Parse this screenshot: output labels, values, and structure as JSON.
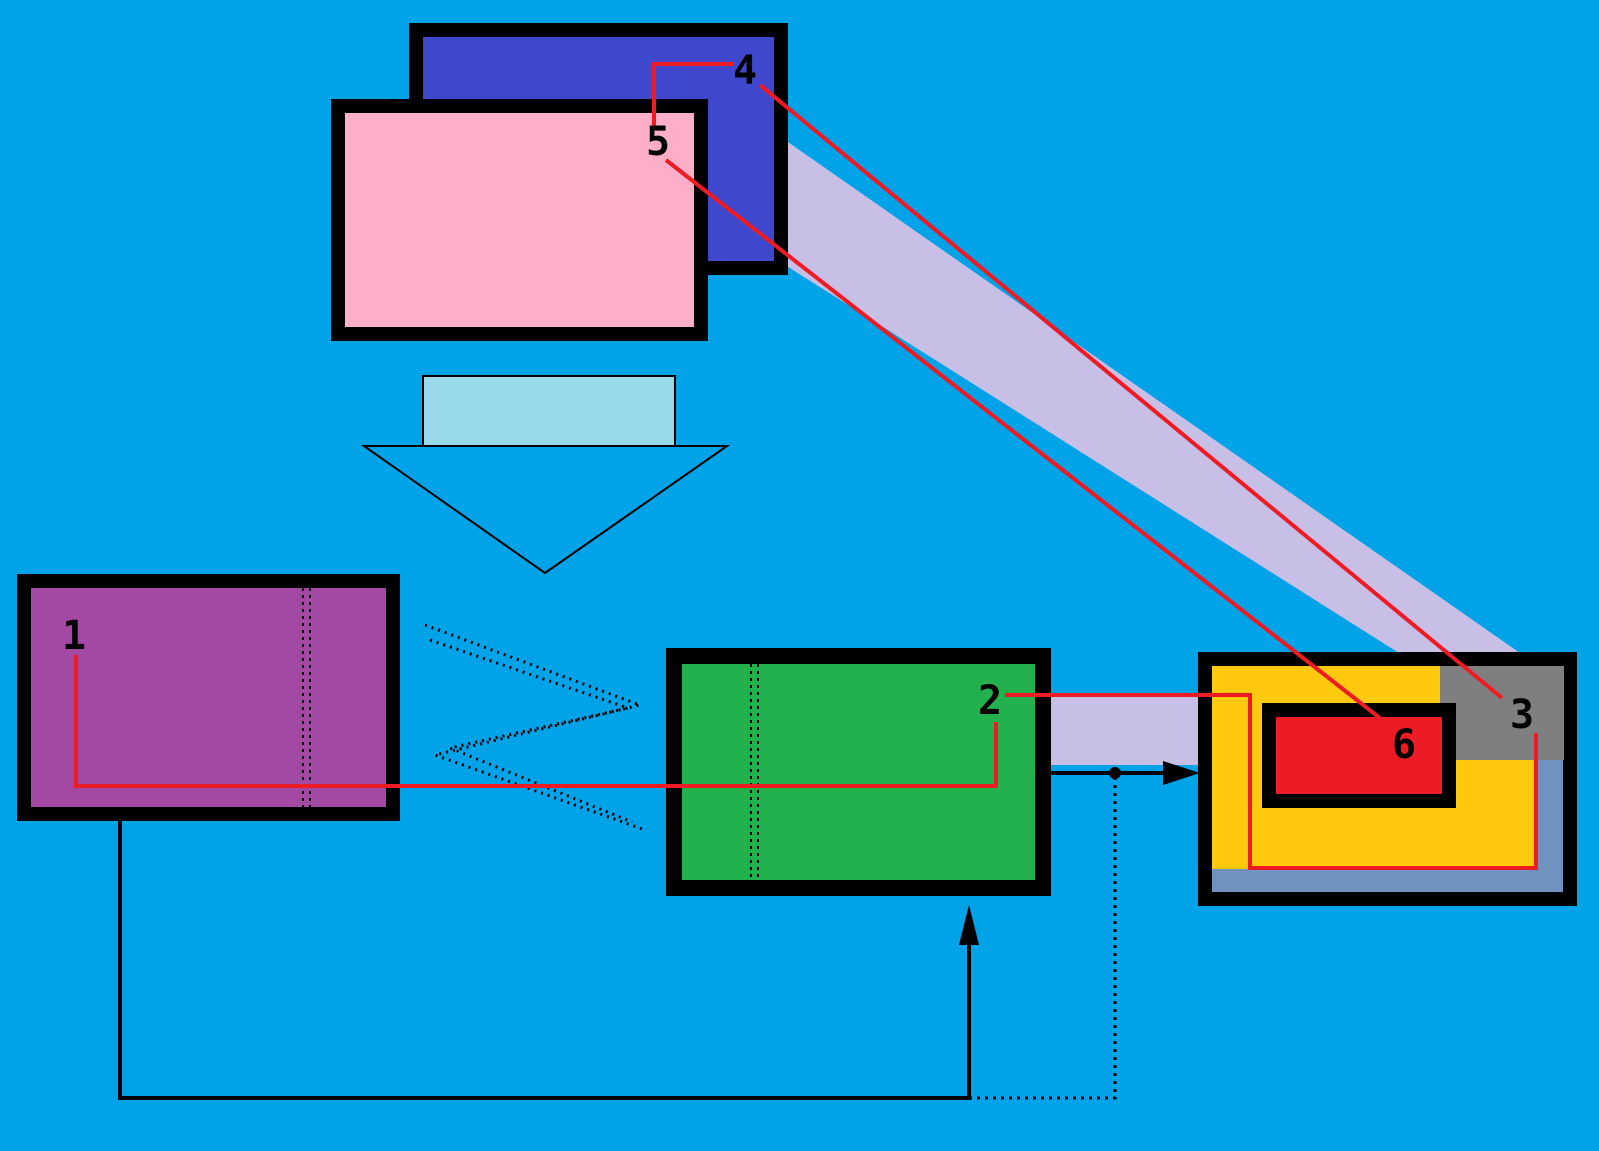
{
  "labels": {
    "n1": "1",
    "n2": "2",
    "n3": "3",
    "n4": "4",
    "n5": "5",
    "n6": "6"
  },
  "colors": {
    "background": "#00a2e8",
    "back_panel": "#3f48cc",
    "front_panel": "#ffaec9",
    "lens": "#99d9ea",
    "left_box": "#a349a4",
    "center_box": "#22b14c",
    "right_box_outer": "#7092be",
    "right_box_yellow": "#ffc90e",
    "right_box_gray": "#7f7f7f",
    "right_box_inner": "#ed1c24",
    "beam": "#c8bfe7",
    "red_path": "#ed1c24",
    "line": "#000000"
  }
}
